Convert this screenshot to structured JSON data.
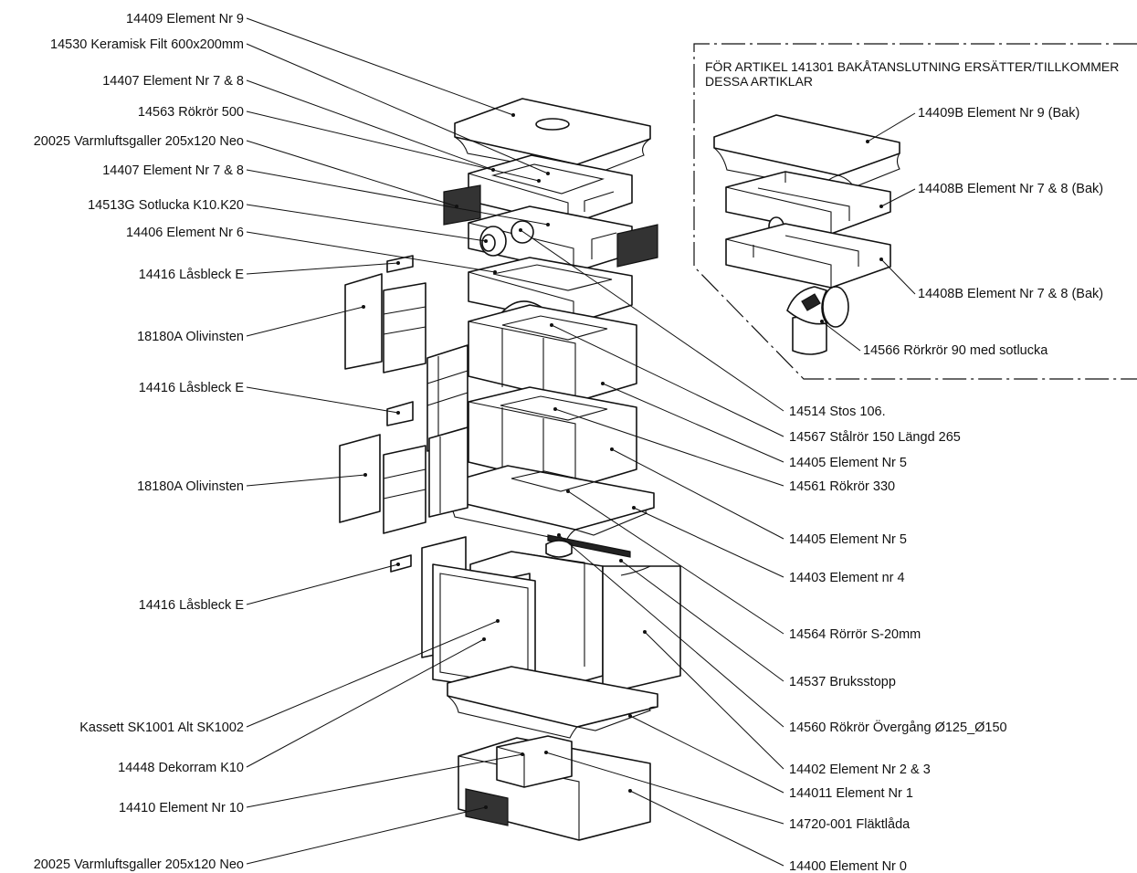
{
  "inset": {
    "title_line1": "FÖR ARTIKEL 141301 BAKÅTANSLUTNING ERSÄTTER/TILLKOMMER",
    "title_line2": "DESSA ARTIKLAR",
    "labels": [
      "14409B Element Nr 9 (Bak)",
      "14408B Element Nr 7 & 8 (Bak)",
      "14408B Element Nr 7 & 8 (Bak)",
      "14566 Rörkrör 90 med sotlucka"
    ]
  },
  "left_labels": [
    "14409 Element Nr 9",
    "14530 Keramisk Filt 600x200mm",
    "14407 Element Nr 7 & 8",
    "14563 Rökrör 500",
    "20025 Varmluftsgaller 205x120 Neo",
    "14407 Element Nr 7 & 8",
    "14513G Sotlucka K10.K20",
    "14406 Element Nr 6",
    "14416 Låsbleck E",
    "18180A Olivinsten",
    "14416 Låsbleck E",
    "18180A Olivinsten",
    "14416 Låsbleck E",
    "Kassett SK1001 Alt SK1002",
    "14448 Dekorram K10",
    "14410 Element Nr 10",
    "20025 Varmluftsgaller 205x120 Neo"
  ],
  "right_labels": [
    "14514 Stos 106.",
    "14567 Stålrör 150 Längd 265",
    "14405 Element Nr 5",
    "14561 Rökrör 330",
    "14405 Element Nr 5",
    "14403 Element nr 4",
    "14564 Rörrör S-20mm",
    "14537 Bruksstopp",
    "14560 Rökrör Övergång Ø125_Ø150",
    "14402 Element Nr 2 & 3",
    "144011 Element Nr 1",
    "14720-001 Fläktlåda",
    "14400 Element Nr 0"
  ]
}
